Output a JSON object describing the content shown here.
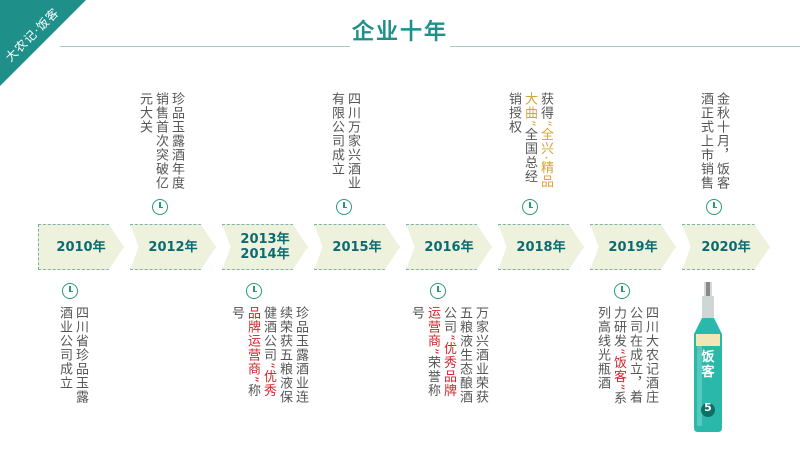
{
  "corner_badge": "大农记·饭客",
  "title": "企业十年",
  "years": [
    "2010年",
    "2012年",
    "2013年\n2014年",
    "2015年",
    "2016年",
    "2018年",
    "2019年",
    "2020年"
  ],
  "events": {
    "e2010": "四川省珍品玉露酒业公司成立",
    "e2012": "珍品玉露酒年度销售首次突破亿元大关",
    "e2013_a": "珍品玉露酒业连续荣获五粮液保健酒公司",
    "e2013_red": "“优秀品牌运营商”",
    "e2013_b": "称号",
    "e2015": "四川万家兴酒业有限公司成立",
    "e2016_a": "万家兴酒业荣获五粮液生态酿酒公司",
    "e2016_red": "“优秀品牌运营商”",
    "e2016_b": "荣誉称号",
    "e2018_a": "获得",
    "e2018_gold": "“全兴·精品大曲”",
    "e2018_b": "全国总经销授权",
    "e2019_a": "四川大农记酒庄公司在成立，着力研发",
    "e2019_red": "“饭客”",
    "e2019_b": "系列高线光瓶酒",
    "e2020": "金秋十月，饭客酒正式上市销售"
  },
  "bottle_label": "饭客",
  "bottle_number": "5",
  "colors": {
    "teal": "#1f8f8a",
    "year_fill": "#eef2dd",
    "red_highlight": "#d3262d",
    "gold_highlight": "#d4a437"
  }
}
